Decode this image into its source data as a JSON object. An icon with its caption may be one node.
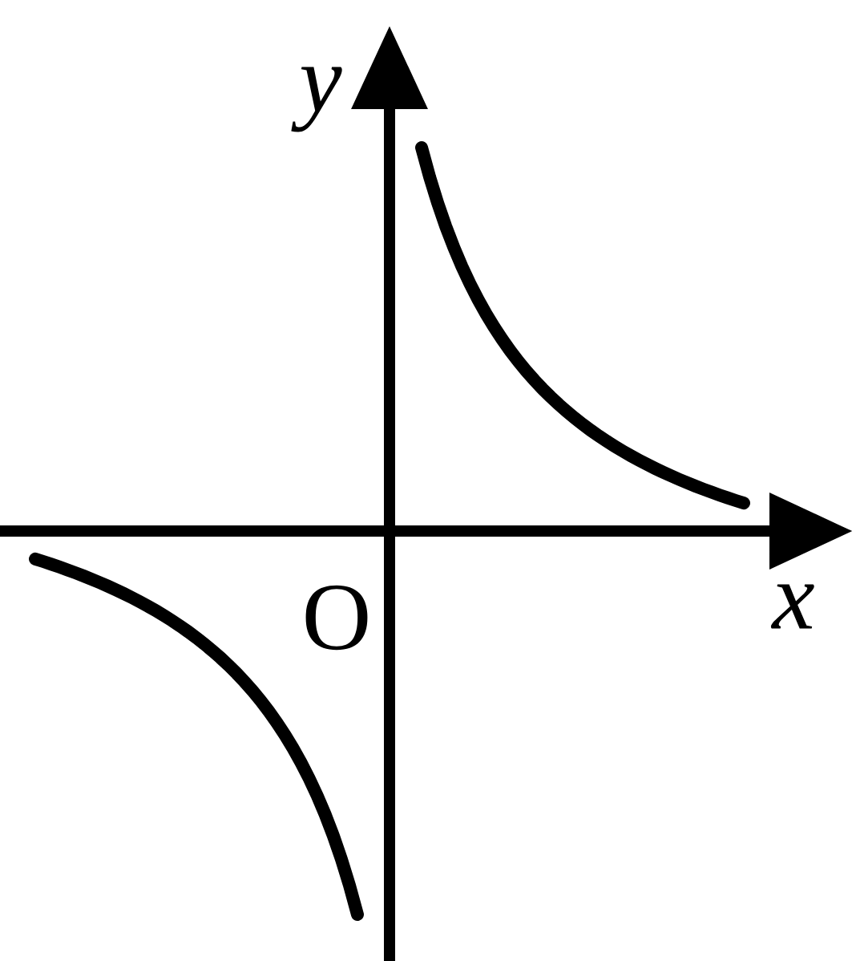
{
  "diagram": {
    "labels": [
      "y",
      "x",
      "O"
    ]
  }
}
